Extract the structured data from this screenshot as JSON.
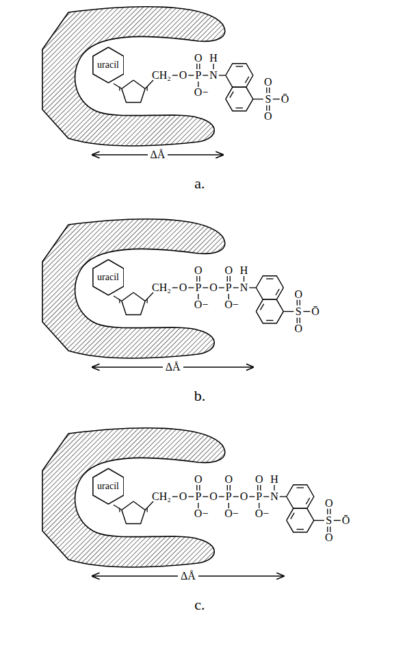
{
  "diagram": {
    "nodes": [
      {
        "text": [
          "uracil"
        ]
      },
      {
        "text": [
          "uracil"
        ]
      },
      {
        "text": [
          "uracil"
        ]
      }
    ],
    "labels": [
      "CH₂",
      "O",
      "P",
      "O",
      "O−",
      "N",
      "H",
      "S",
      "O",
      "O",
      "Ō",
      "ΔÅ",
      "a.",
      "CH₂",
      "O",
      "P",
      "O",
      "O−",
      "O",
      "P",
      "O",
      "O−",
      "N",
      "H",
      "S",
      "O",
      "O",
      "Ō",
      "ΔÅ",
      "b.",
      "CH₂",
      "O",
      "P",
      "O",
      "O−",
      "O",
      "P",
      "O",
      "O−",
      "O",
      "P",
      "O",
      "O−",
      "N",
      "H",
      "S",
      "O",
      "O",
      "Ō",
      "ΔÅ",
      "c."
    ]
  }
}
